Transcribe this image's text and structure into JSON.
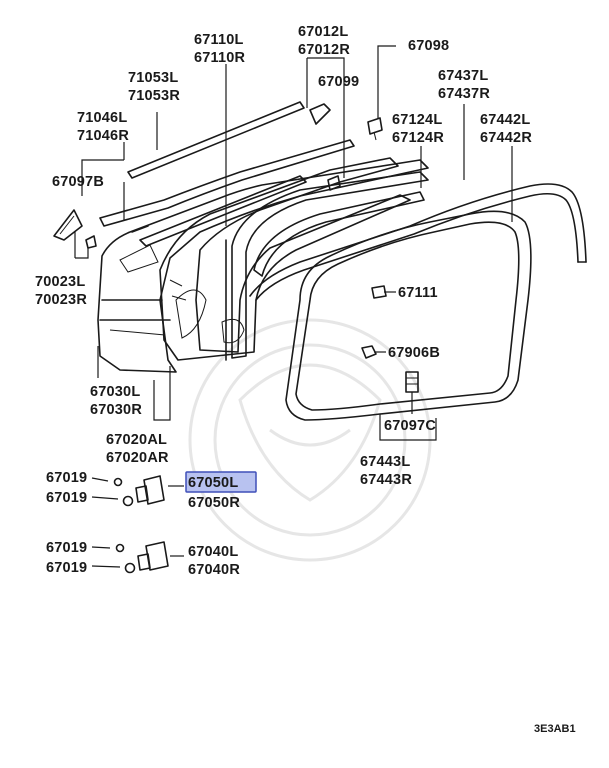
{
  "labels": {
    "p67110": "67110L",
    "p67110r": "67110R",
    "p67012": "67012L",
    "p67012r": "67012R",
    "p67098": "67098",
    "p71053": "71053L",
    "p71053r": "71053R",
    "p67099": "67099",
    "p67437": "67437L",
    "p67437r": "67437R",
    "p71046": "71046L",
    "p71046r": "71046R",
    "p67124": "67124L",
    "p67124r": "67124R",
    "p67442": "67442L",
    "p67442r": "67442R",
    "p67097b": "67097B",
    "p70023": "70023L",
    "p70023r": "70023R",
    "p67111": "67111",
    "p67906b": "67906B",
    "p67030": "67030L",
    "p67030r": "67030R",
    "p67097c": "67097C",
    "p67020": "67020AL",
    "p67020r": "67020AR",
    "p67443": "67443L",
    "p67443r": "67443R",
    "p67019a": "67019",
    "p67019b": "67019",
    "p67050": "67050L",
    "p67050r": "67050R",
    "p67019c": "67019",
    "p67019d": "67019",
    "p67040": "67040L",
    "p67040r": "67040R"
  },
  "diagram_code": "3E3AB1",
  "highlight_color": "#b8c2f0"
}
